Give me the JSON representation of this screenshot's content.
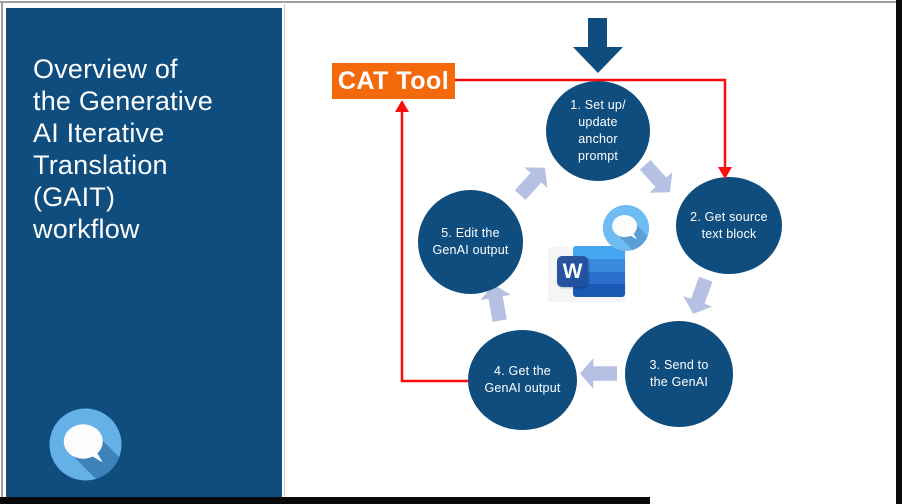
{
  "slide": {
    "title_lines": [
      "Overview of",
      "the Generative",
      "AI Iterative",
      "Translation",
      "(GAIT)",
      "workflow"
    ],
    "title_full": "Overview of the Generative AI Iterative Translation (GAIT) workflow"
  },
  "diagram": {
    "cat_tool_label": "CAT Tool",
    "steps": [
      {
        "id": "1",
        "lines": [
          "1. Set up/",
          "update",
          "anchor",
          "prompt"
        ]
      },
      {
        "id": "2",
        "lines": [
          "2. Get source",
          "text block"
        ]
      },
      {
        "id": "3",
        "lines": [
          "3. Send to",
          "the GenAI"
        ]
      },
      {
        "id": "4",
        "lines": [
          "4. Get the",
          "GenAI output"
        ]
      },
      {
        "id": "5",
        "lines": [
          "5. Edit the",
          "GenAI output"
        ]
      }
    ],
    "word_icon_letter": "W",
    "flow": "circular cycle 1→2→3→4→5→1 with red feedback loop through CAT Tool"
  },
  "colors": {
    "dark_blue": "#0e4d7e",
    "orange": "#f4690b",
    "red": "#fb0d0d",
    "arrow_periwinkle": "#b5c0e2",
    "badge_blue": "#6fbbf4",
    "logo_blue": "#66b0e8",
    "word_blue_1": "#45a5ee",
    "word_blue_2": "#3a8ade",
    "word_blue_3": "#2a70ca",
    "word_blue_4": "#1959b4",
    "word_tile": "#2b579a"
  }
}
